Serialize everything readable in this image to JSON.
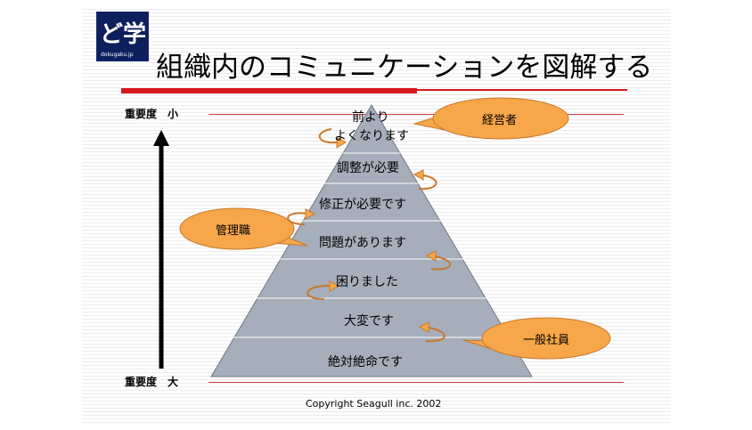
{
  "slide": {
    "title": "組織内のコミュニケーションを図解する",
    "logo": {
      "main": "ど学",
      "sub": "dokugaku.jp"
    },
    "copyright": "Copyright Seagull inc. 2002"
  },
  "importance": {
    "top_label": "重要度　小",
    "bottom_label": "重要度　大"
  },
  "pyramid": {
    "fill_color": "#a5aeba",
    "levels": [
      {
        "line1": "前より",
        "line2": "よくなります"
      },
      {
        "line1": "調整が必要"
      },
      {
        "line1": "修正が必要です"
      },
      {
        "line1": "問題があります"
      },
      {
        "line1": "困りました"
      },
      {
        "line1": "大変です"
      },
      {
        "line1": "絶対絶命です"
      }
    ]
  },
  "bubbles": {
    "management": "経営者",
    "managers": "管理職",
    "employees": "一般社員",
    "fill_color": "#f7a64a"
  }
}
